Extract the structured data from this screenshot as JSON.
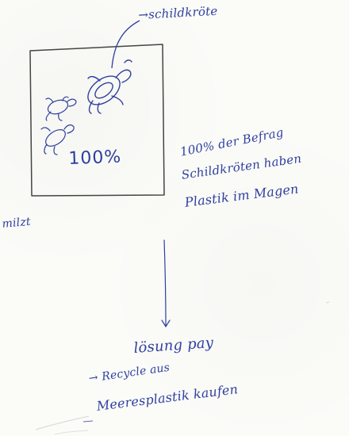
{
  "labels": {
    "turtle_label": "→schildkröte",
    "percentage": "100%",
    "note_line_1": "100% der Befrag",
    "note_line_2": "Schildkröten haben",
    "note_line_3": "Plastik im Magen",
    "side_fragment": "milzt",
    "solution_line": "lösung pay",
    "bottom_line_1": "→ Recycle aus",
    "bottom_line_2": "Meeresplastik kaufen"
  },
  "colors": {
    "ink": "#2f3f9f",
    "frame": "#3d3d3d",
    "paper": "#fbfbf8"
  },
  "icons": {
    "main_turtle": "turtle-icon",
    "small_turtles": [
      "turtle-icon",
      "turtle-icon"
    ],
    "arrow": "downward-arrow-icon"
  }
}
